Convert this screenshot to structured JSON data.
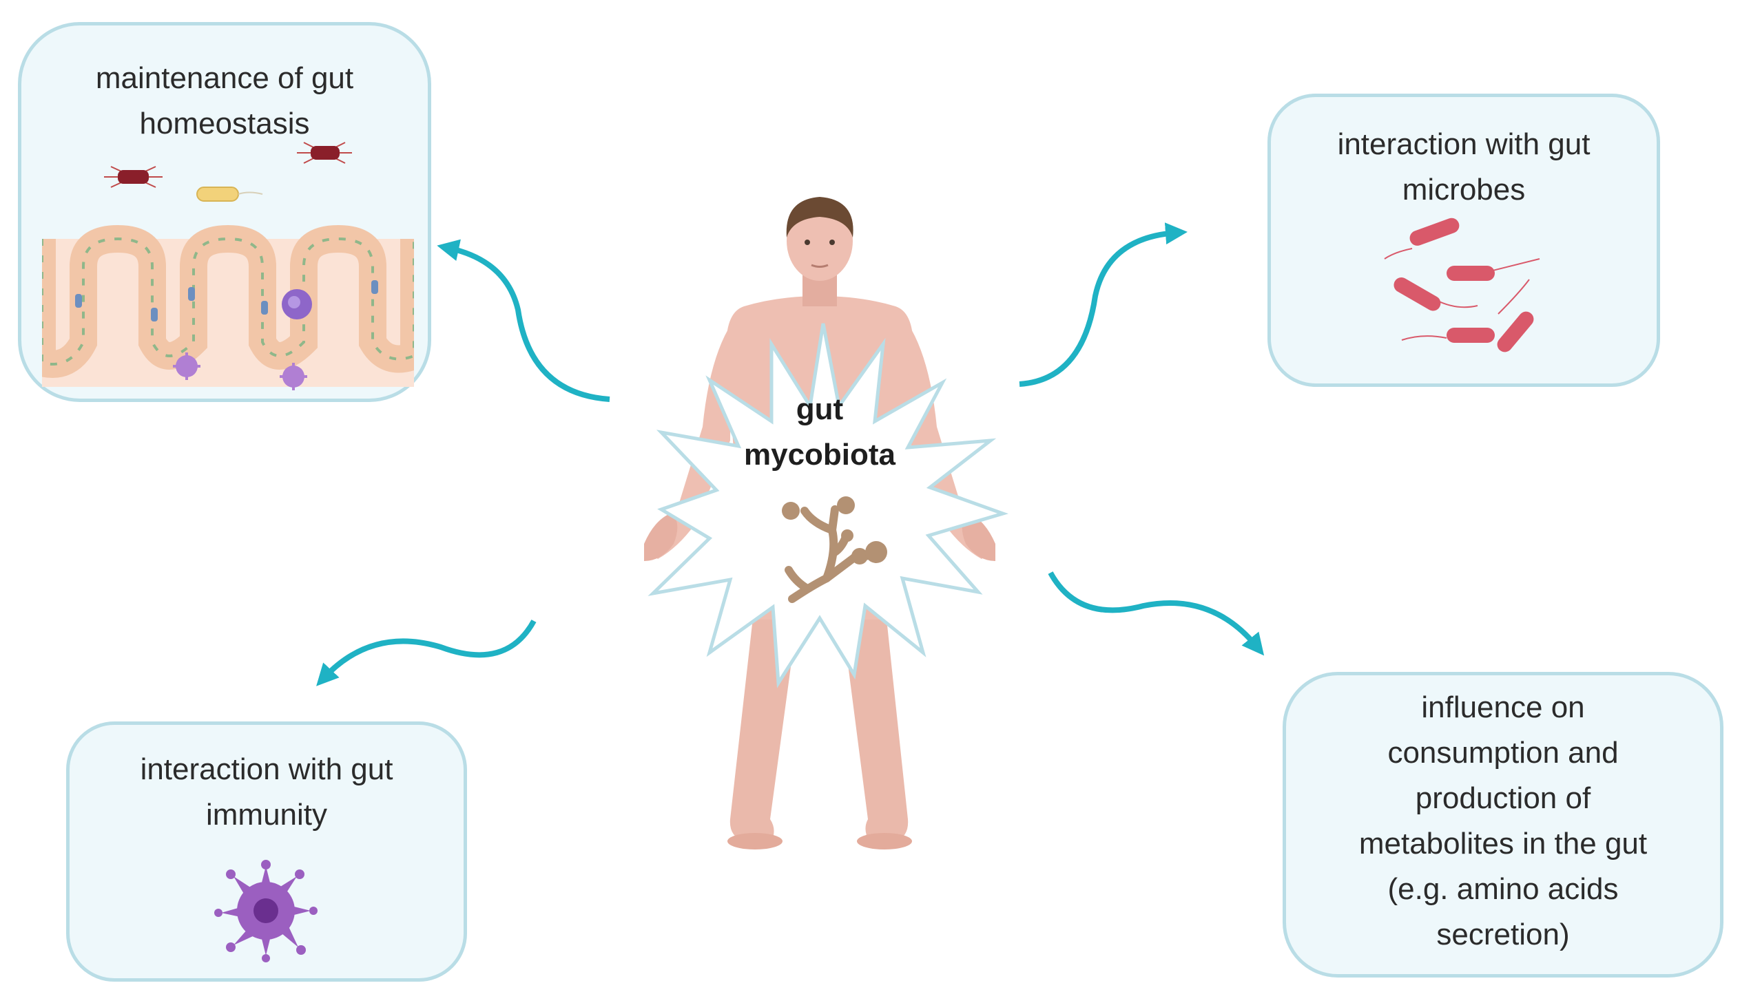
{
  "center": {
    "label": "gut\nmycobiota"
  },
  "boxes": {
    "homeostasis": {
      "label": "maintenance of gut\nhomeostasis"
    },
    "microbes": {
      "label": "interaction with gut\nmicrobes"
    },
    "immunity": {
      "label": "interaction with gut\nimmunity"
    },
    "metabolites": {
      "label": "influence on\nconsumption and\nproduction of\nmetabolites in the gut\n(e.g. amino acids\nsecretion)"
    }
  },
  "colors": {
    "arrow": "#1fb2c4",
    "box_fill": "#eef8fb",
    "box_border": "#b9dde6",
    "skin": "#e9b9ac",
    "bacteria": "#d9596a",
    "immune_cell": "#9b5fc0",
    "fungus": "#b39173"
  },
  "icons": {
    "person": "human-figure-icon",
    "burst": "starburst-icon",
    "fungus": "fungus-hyphae-icon",
    "gut": "intestinal-villi-icon",
    "bacteria": "rod-bacteria-icon",
    "immune": "dendritic-cell-icon"
  }
}
